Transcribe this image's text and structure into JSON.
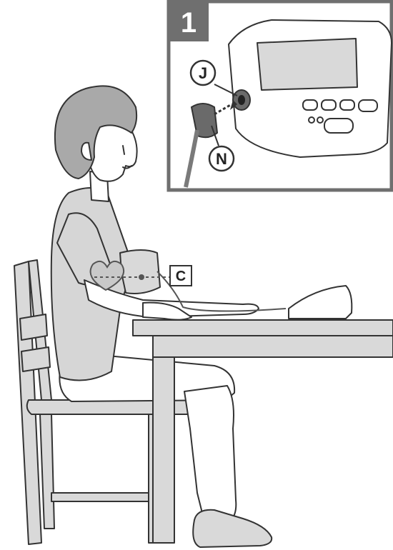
{
  "step": {
    "number": "1"
  },
  "callouts": {
    "connector_label": "J",
    "plug_label": "N",
    "heart_level_label": "C"
  },
  "colors": {
    "outline": "#333333",
    "skin": "#ffffff",
    "shirt": "#d6d6d6",
    "hair": "#a9a9a9",
    "furniture": "#d9d9d9",
    "panel_border": "#6f6f6f",
    "step_badge": "#6f6f6f",
    "cable": "#7a7a7a",
    "heart": "#c9c9c9"
  }
}
